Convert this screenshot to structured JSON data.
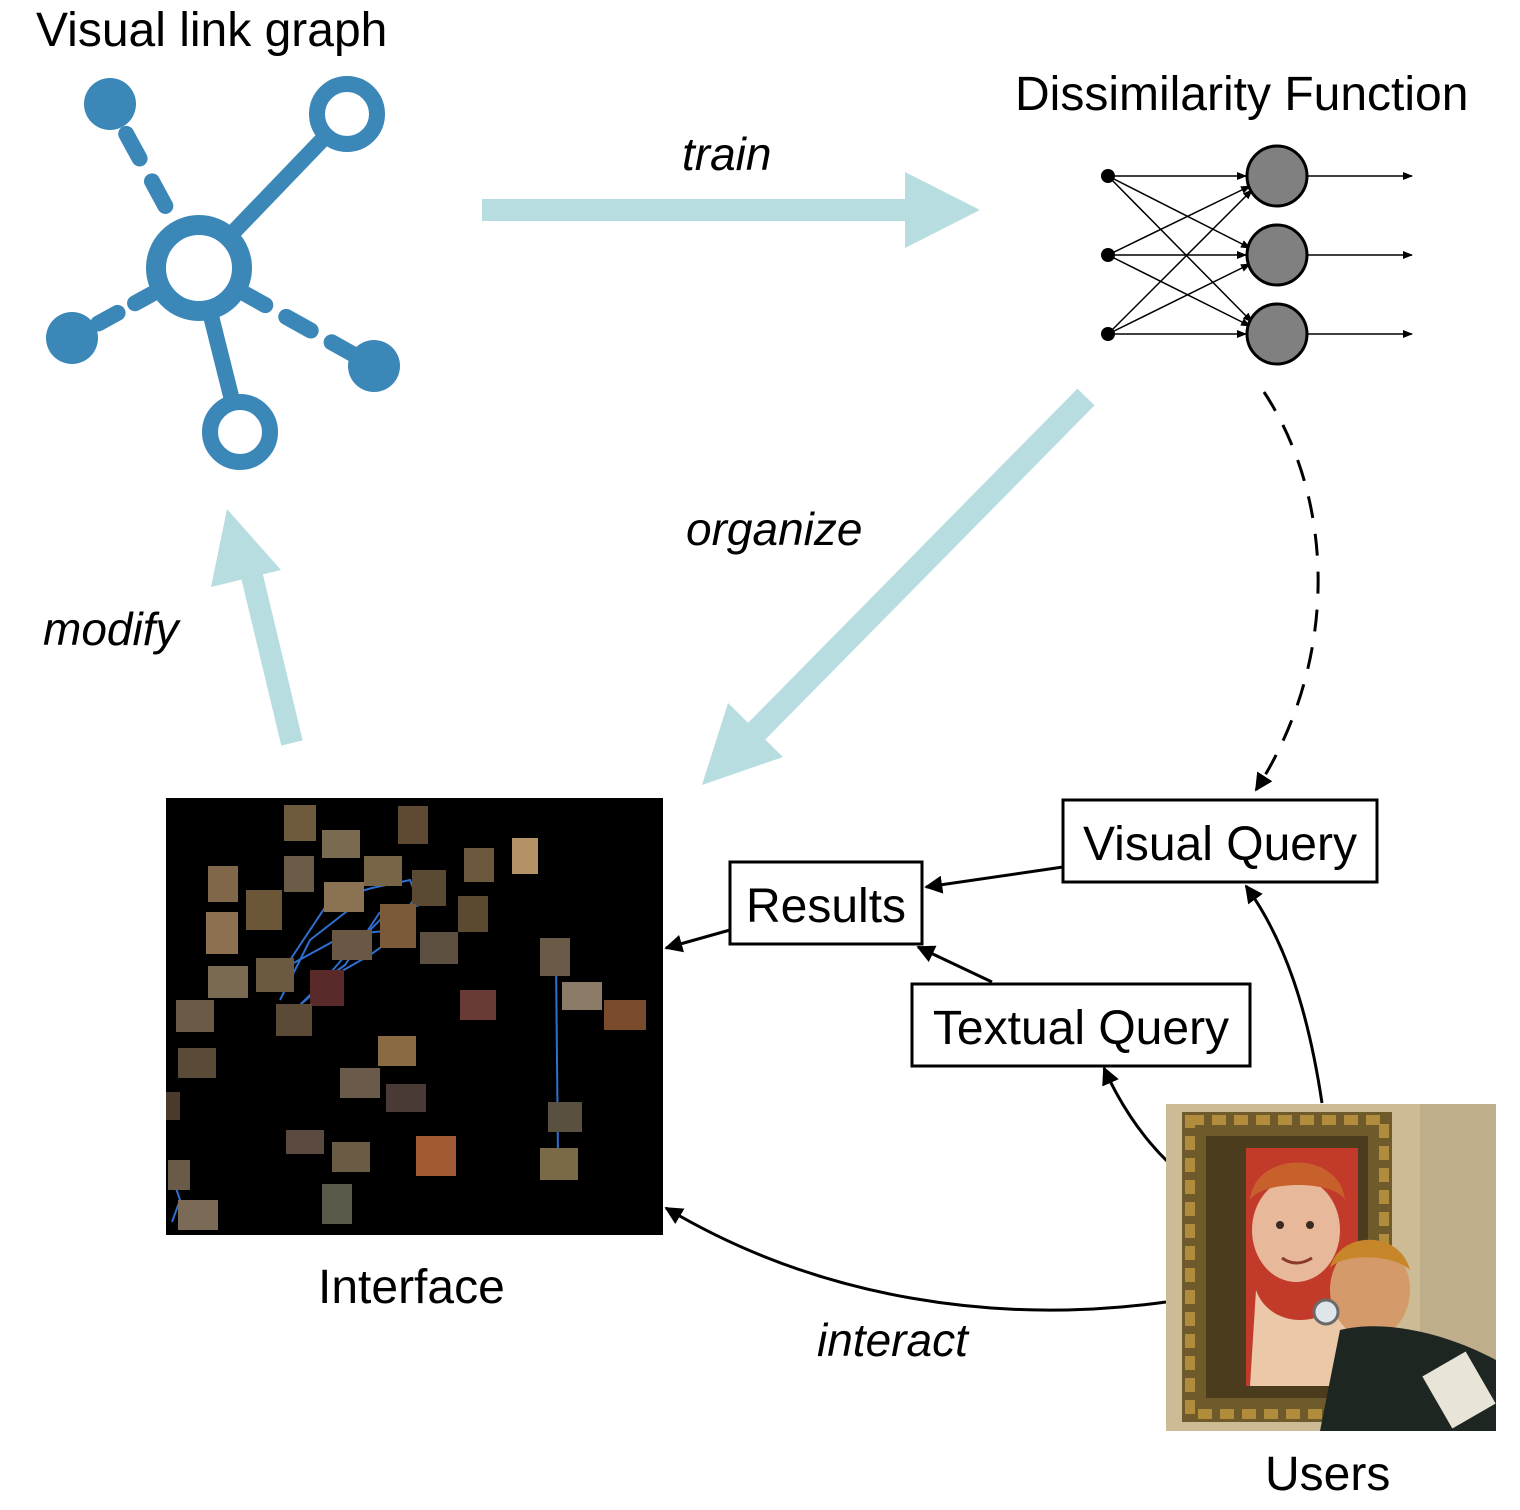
{
  "colors": {
    "graph_blue": "#3a87b8",
    "flow_arrow": "#b7dde0",
    "neuron_fill": "#808080",
    "interface_bg": "#000000",
    "interface_edges": "#2f6fd0"
  },
  "labels": {
    "graph_title": "Visual link graph",
    "dissimilarity_title": "Dissimilarity Function",
    "train": "train",
    "organize": "organize",
    "modify": "modify",
    "interface": "Interface",
    "interact": "interact",
    "users": "Users"
  },
  "boxes": {
    "visual_query": "Visual Query",
    "results": "Results",
    "textual_query": "Textual Query"
  },
  "icons": {
    "graph": "network-graph-icon",
    "network": "neural-network-icon",
    "interface": "artwork-thumbnail-map",
    "users": "painting-user-image"
  }
}
